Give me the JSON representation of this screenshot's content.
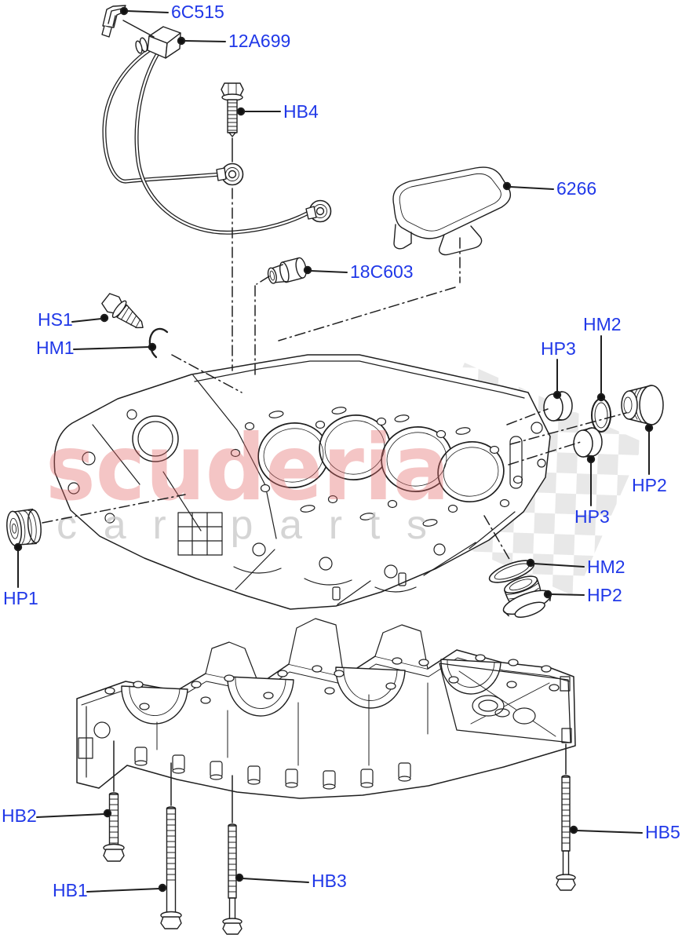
{
  "watermark": {
    "brand": "scuderia",
    "tagline": "car parts"
  },
  "colors": {
    "label_blue": "#2038E8",
    "line_black": "#1f1f1f",
    "watermark_red": "#e46a6a",
    "watermark_gray": "#c8c8c8",
    "checker_gray": "#d7d7d7"
  },
  "callouts": {
    "clip": "6C515",
    "knock_sensor_harness": "12A699",
    "bolt_hb4": "HB4",
    "cover_plate": "6266",
    "sensor_18c603": "18C603",
    "screw_hs1": "HS1",
    "oring_hm1": "HM1",
    "oring_hm2_top": "HM2",
    "plug_hp3_top": "HP3",
    "plug_hp2_right": "HP2",
    "plug_hp3_mid": "HP3",
    "plug_hp1": "HP1",
    "seal_hm2_bottom": "HM2",
    "plug_hp2_bottom": "HP2",
    "bolt_hb2": "HB2",
    "bolt_hb1": "HB1",
    "bolt_hb3": "HB3",
    "bolt_hb5": "HB5"
  }
}
